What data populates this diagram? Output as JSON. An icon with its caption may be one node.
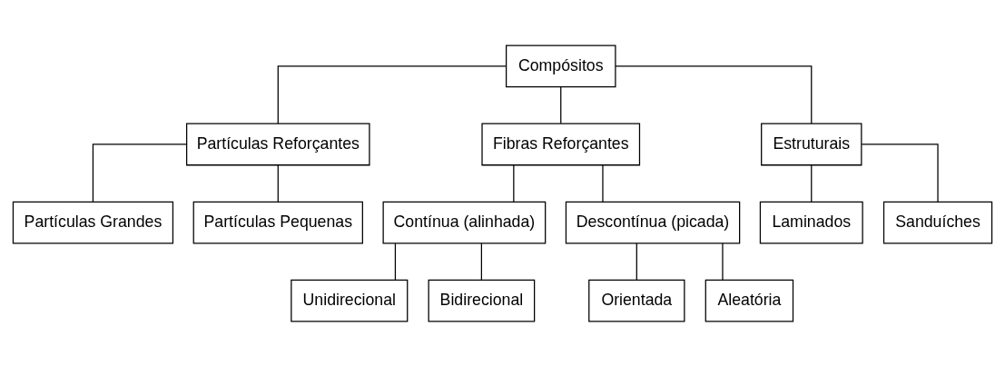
{
  "diagram": {
    "nodes": [
      {
        "text": [
          "Compósitos"
        ]
      },
      {
        "text": [
          "Partículas Reforçantes"
        ]
      },
      {
        "text": [
          "Fibras Reforçantes"
        ]
      },
      {
        "text": [
          "Estruturais"
        ]
      },
      {
        "text": [
          "Partículas Grandes"
        ]
      },
      {
        "text": [
          "Partículas Pequenas"
        ]
      },
      {
        "text": [
          "Contínua (alinhada)"
        ]
      },
      {
        "text": [
          "Descontínua (picada)"
        ]
      },
      {
        "text": [
          "Laminados"
        ]
      },
      {
        "text": [
          "Sanduíches"
        ]
      },
      {
        "text": [
          "Orientada"
        ]
      },
      {
        "text": [
          "Aleatória"
        ]
      },
      {
        "text": [
          "Unidirecional"
        ]
      },
      {
        "text": [
          "Bidirecional"
        ]
      }
    ],
    "edges": [
      {
        "from": 0,
        "to": 1,
        "arrow": "none"
      },
      {
        "from": 0,
        "to": 2,
        "arrow": "none"
      },
      {
        "from": 0,
        "to": 3,
        "arrow": "none"
      },
      {
        "from": 1,
        "to": 4,
        "arrow": "none"
      },
      {
        "from": 1,
        "to": 5,
        "arrow": "none"
      },
      {
        "from": 2,
        "to": 6,
        "arrow": "none"
      },
      {
        "from": 2,
        "to": 7,
        "arrow": "none"
      },
      {
        "from": 3,
        "to": 8,
        "arrow": "none"
      },
      {
        "from": 3,
        "to": 9,
        "arrow": "none"
      },
      {
        "from": 7,
        "to": 10,
        "arrow": "none"
      },
      {
        "from": 7,
        "to": 11,
        "arrow": "none"
      },
      {
        "from": 6,
        "to": 12,
        "arrow": "none"
      },
      {
        "from": 6,
        "to": 13,
        "arrow": "none"
      }
    ]
  }
}
